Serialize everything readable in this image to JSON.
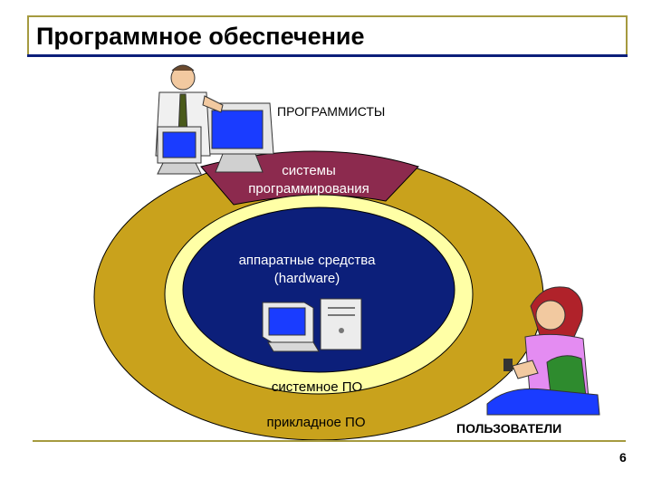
{
  "slide": {
    "title": "Программное обеспечение",
    "page_number": "6"
  },
  "diagram": {
    "programmers_label": "ПРОГРАММИСТЫ",
    "sys_programming_line1": "системы",
    "sys_programming_line2": "программирования",
    "hardware_line1": "аппаратные средства",
    "hardware_line2": "(hardware)",
    "system_software": "системное ПО",
    "applied_software": "прикладное ПО",
    "users_label": "ПОЛЬЗОВАТЕЛИ"
  },
  "colors": {
    "outer_ring": "#c9a21c",
    "middle_ring": "#ffffa6",
    "core": "#0c1f7a",
    "sector": "#8c2a4e",
    "accent_line": "#a59a3f"
  }
}
